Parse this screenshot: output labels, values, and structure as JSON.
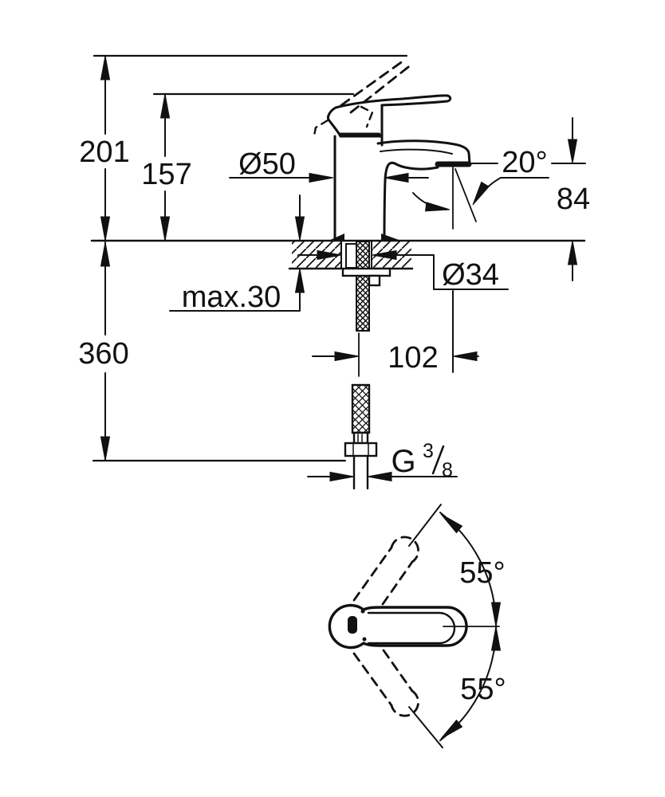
{
  "drawing": {
    "type": "technical-dimension-drawing",
    "subject": "single-lever basin mixer faucet, side elevation with mounting section and handle swivel plan view",
    "colors": {
      "background": "#ffffff",
      "line": "#111111"
    },
    "labels": {
      "total_height": "201",
      "body_height": "157",
      "base_diameter": "Ø50",
      "spout_angle": "20°",
      "outlet_height": "84",
      "deck_max_thickness": "max.30",
      "hole_diameter": "Ø34",
      "spout_projection": "102",
      "hose_length": "360",
      "thread_letter": "G",
      "thread_numerator": "3",
      "thread_denominator": "8",
      "swivel_angle_upper": "55°",
      "swivel_angle_lower": "55°"
    }
  }
}
